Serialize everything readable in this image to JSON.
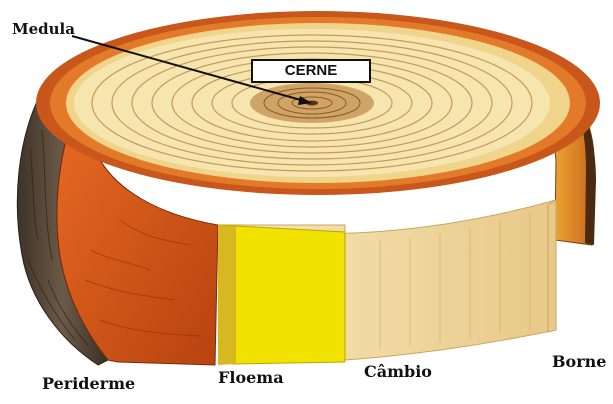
{
  "labels": {
    "medula": "Medula",
    "cerne": "CERNE",
    "periderme": "Periderme",
    "floema": "Floema",
    "cambio": "Câmbio",
    "borne": "Borne"
  },
  "colors": {
    "heartwood": "#f3dfa2",
    "rings": "#b98a4a",
    "outer_bark": "#5a4a3a",
    "periderm": "#d2581c",
    "phloem": "#f2e200",
    "cambium": "#fdf6cf",
    "sapwood_edge": "#e8a020"
  }
}
